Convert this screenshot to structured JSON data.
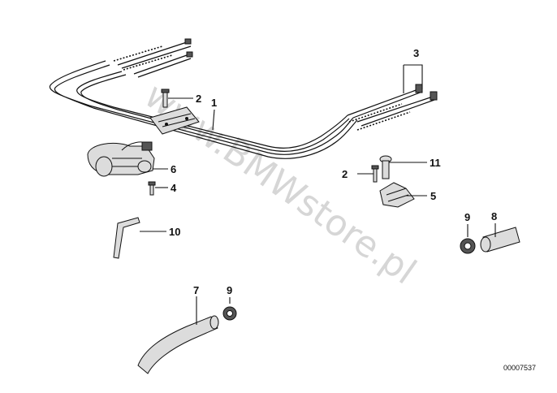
{
  "diagram": {
    "watermark": "www.BMWstore.pl",
    "reference_number": "00007537",
    "callouts": {
      "c1": "1",
      "c2a": "2",
      "c2b": "2",
      "c3": "3",
      "c4": "4",
      "c5": "5",
      "c6": "6",
      "c7": "7",
      "c8": "8",
      "c9a": "9",
      "c9b": "9",
      "c10": "10",
      "c11": "11"
    }
  }
}
